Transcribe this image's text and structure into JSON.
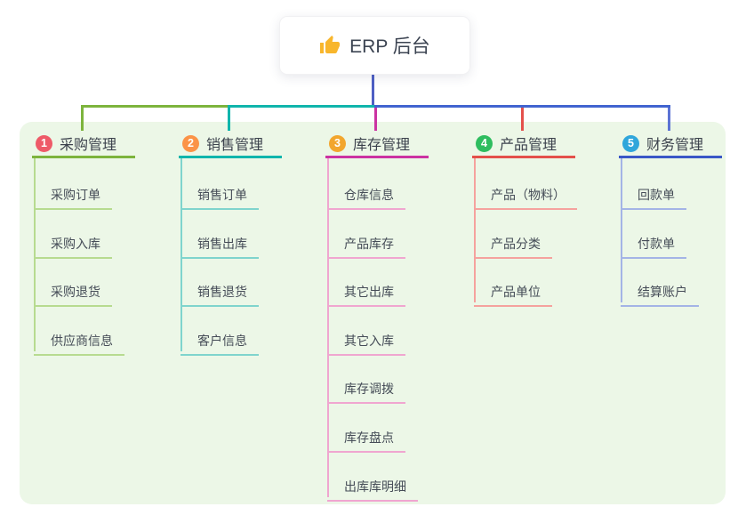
{
  "meta": {
    "type": "mindmap",
    "title": "ERP 后台"
  },
  "root": {
    "label": "ERP 后台",
    "icon": "thumbs-up-icon",
    "icon_color": "#f8b62c",
    "connector_color": "#4e5fc4"
  },
  "panel": {
    "bg": "#ecf7e7"
  },
  "connectors": {
    "right_trunk_color": "#4164d0"
  },
  "branches": [
    {
      "num": "1",
      "label": "采购管理",
      "badge_color": "#ee5a68",
      "line_color": "#7db43d",
      "drop_color": "#7db43d",
      "child_line_color": "#b7db90",
      "children": [
        "采购订单",
        "采购入库",
        "采购退货",
        "供应商信息"
      ]
    },
    {
      "num": "2",
      "label": "销售管理",
      "badge_color": "#fb9347",
      "line_color": "#10b5ac",
      "drop_color": "#10b5ac",
      "child_line_color": "#7fd4cd",
      "children": [
        "销售订单",
        "销售出库",
        "销售退货",
        "客户信息"
      ]
    },
    {
      "num": "3",
      "label": "库存管理",
      "badge_color": "#f2a62e",
      "line_color": "#cb32a2",
      "drop_color": "#cb32a2",
      "child_line_color": "#f0a6d0",
      "children": [
        "仓库信息",
        "产品库存",
        "其它出库",
        "其它入库",
        "库存调拨",
        "库存盘点",
        "出库库明细"
      ]
    },
    {
      "num": "4",
      "label": "产品管理",
      "badge_color": "#2ebd5f",
      "line_color": "#e4504b",
      "drop_color": "#e4504b",
      "child_line_color": "#f5a29e",
      "children": [
        "产品（物料）",
        "产品分类",
        "产品单位"
      ]
    },
    {
      "num": "5",
      "label": "财务管理",
      "badge_color": "#2fa6db",
      "line_color": "#3a57c6",
      "drop_color": "#5c73d4",
      "child_line_color": "#a4b4e6",
      "children": [
        "回款单",
        "付款单",
        "结算账户"
      ]
    }
  ]
}
